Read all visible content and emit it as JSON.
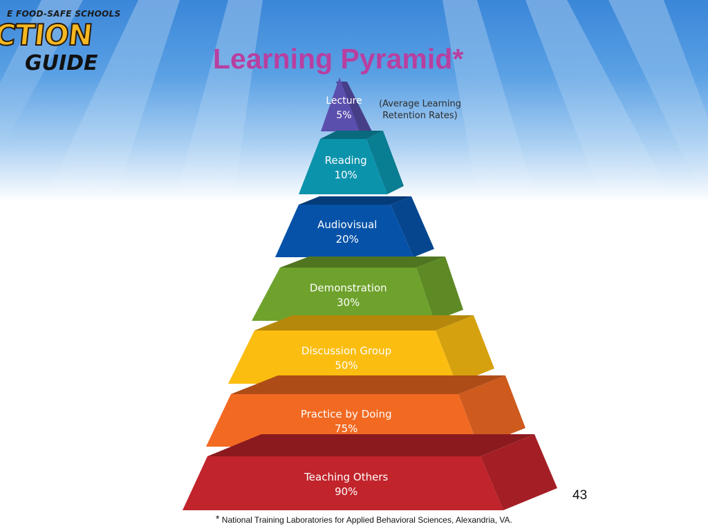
{
  "header": {
    "logo_tagline": "E FOOD-SAFE SCHOOLS",
    "logo_word_top": "CTION",
    "logo_word_bottom": "GUIDE",
    "title": "Learning Pyramid*"
  },
  "annotation": {
    "line1": "(Average Learning",
    "line2": "Retention Rates)"
  },
  "levels": [
    {
      "label": "Lecture",
      "value": "5%",
      "color": "#5b4fae"
    },
    {
      "label": "Reading",
      "value": "10%",
      "color": "#0b93ac"
    },
    {
      "label": "Audiovisual",
      "value": "20%",
      "color": "#0652a8"
    },
    {
      "label": "Demonstration",
      "value": "30%",
      "color": "#6ea22c"
    },
    {
      "label": "Discussion Group",
      "value": "50%",
      "color": "#fbbd10"
    },
    {
      "label": "Practice by Doing",
      "value": "75%",
      "color": "#f26a22"
    },
    {
      "label": "Teaching Others",
      "value": "90%",
      "color": "#c1242b"
    }
  ],
  "footer": {
    "page_number": "43",
    "footnote_marker": "*",
    "footnote_text": " National Training Laboratories for Applied Behavioral Sciences, Alexandria, VA."
  }
}
